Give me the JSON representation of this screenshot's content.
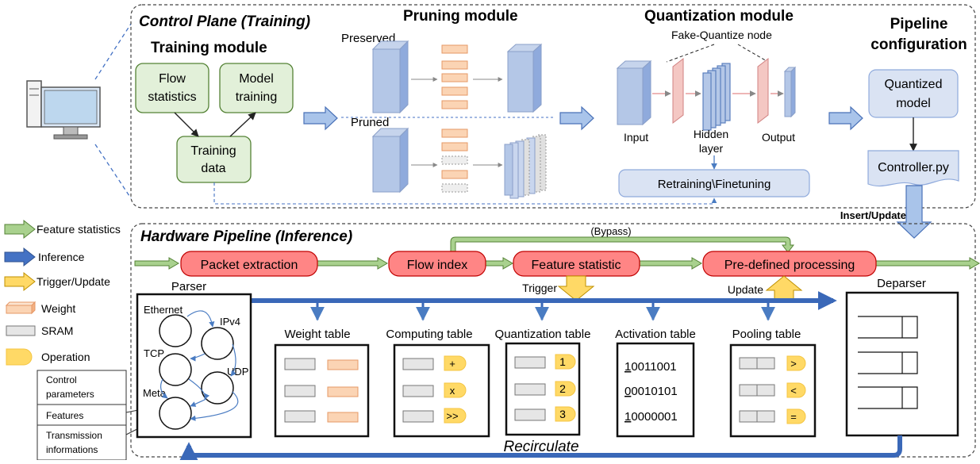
{
  "control_plane": {
    "title": "Control Plane (Training)",
    "training": {
      "title": "Training module",
      "flow_statistics": [
        "Flow",
        "statistics"
      ],
      "model_training": [
        "Model",
        "training"
      ],
      "training_data": [
        "Training",
        "data"
      ]
    },
    "pruning": {
      "title": "Pruning module",
      "preserved": "Preserved",
      "pruned": "Pruned"
    },
    "quantization": {
      "title": "Quantization module",
      "fake_node": "Fake-Quantize node",
      "input": "Input",
      "hidden": [
        "Hidden",
        "layer"
      ],
      "output": "Output",
      "retraining": "Retraining\\Finetuning"
    },
    "pipeline_config": {
      "title": [
        "Pipeline",
        "configuration"
      ],
      "quantized_model": [
        "Quantized",
        "model"
      ],
      "controller": "Controller.py"
    },
    "insert_update": "Insert/Update"
  },
  "legend": {
    "feature_statistics": "Feature statistics",
    "inference": "Inference",
    "trigger_update": "Trigger/Update",
    "weight": "Weight",
    "sram": "SRAM",
    "operation": "Operation",
    "meta_fields": [
      "Control parameters",
      "Features",
      "Transmission informations"
    ]
  },
  "hardware": {
    "title": "Hardware Pipeline (Inference)",
    "bypass": "(Bypass)",
    "stages": {
      "packet_extraction": "Packet extraction",
      "flow_index": "Flow index",
      "feature_statistic": "Feature statistic",
      "predefined": "Pre-defined processing"
    },
    "trigger": "Trigger",
    "update": "Update",
    "parser": {
      "title": "Parser",
      "ethernet": "Ethernet",
      "ipv4": "IPv4",
      "tcp": "TCP",
      "udp": "UDP",
      "meta": "Meta"
    },
    "deparser": "Deparser",
    "tables": {
      "weight": "Weight table",
      "computing": "Computing table",
      "quantization": "Quantization table",
      "activation": "Activation table",
      "pooling": "Pooling table"
    },
    "computing_ops": [
      "+",
      "x",
      ">>"
    ],
    "quant_ops": [
      "1",
      "2",
      "3"
    ],
    "activation_values": [
      {
        "lead": "1",
        "rest": "0011001"
      },
      {
        "lead": "0",
        "rest": "0010101"
      },
      {
        "lead": "1",
        "rest": "0000001"
      }
    ],
    "pooling_ops": [
      ">",
      "<",
      "="
    ],
    "recirculate": "Recirculate"
  },
  "colors": {
    "green_fill": "#e2f0d9",
    "green_stroke": "#548235",
    "blue_arrow": "#4472c4",
    "light_blue": "#dae3f3",
    "pink_stage": "#ff8080",
    "pink_stroke": "#c00000",
    "yellow_op": "#ffd966",
    "weight_fill": "#fbd4b4",
    "weight_stroke": "#e69866"
  }
}
